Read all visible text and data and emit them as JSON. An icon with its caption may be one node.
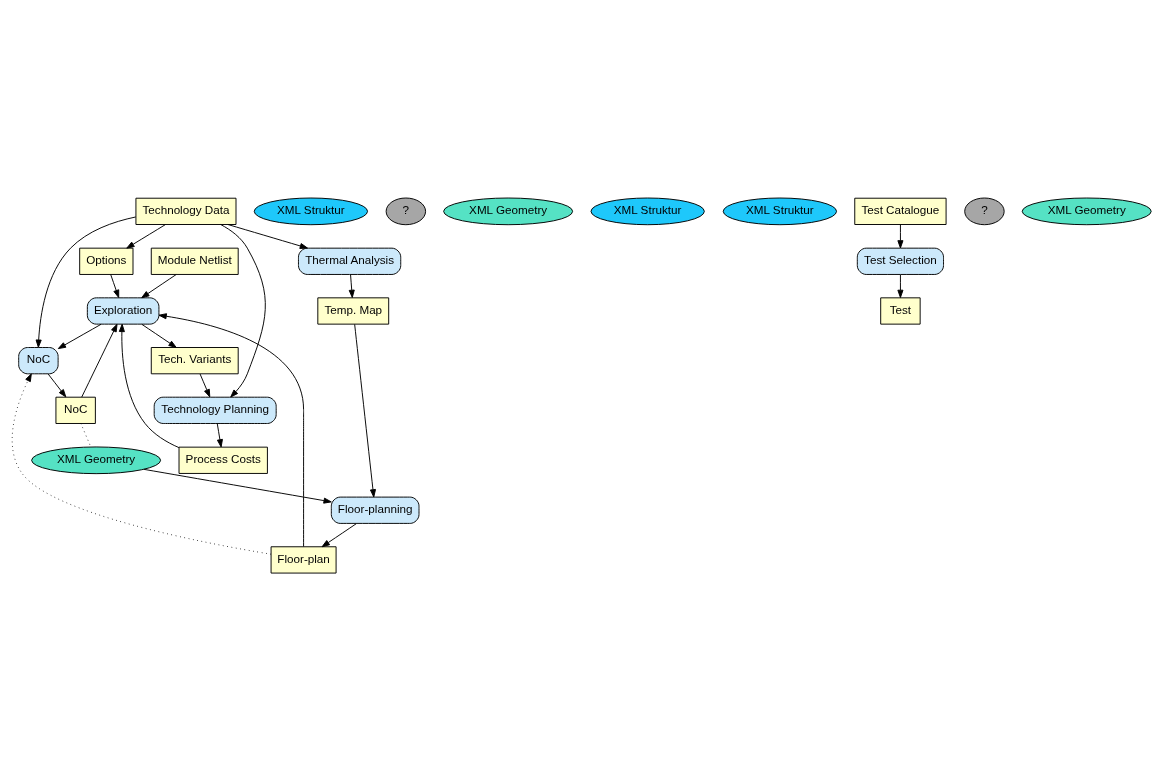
{
  "diagram": {
    "nodes": [
      {
        "text": [
          "Module Netlist"
        ]
      },
      {
        "text": [
          "XML Struktur"
        ]
      },
      {
        "text": [
          "Exploration"
        ]
      },
      {
        "text": [
          "XML Geometry"
        ]
      },
      {
        "text": [
          "?"
        ]
      },
      {
        "text": [
          "Tech. Variants"
        ]
      },
      {
        "text": [
          "Process Costs"
        ]
      },
      {
        "text": [
          "XML Geometry"
        ]
      },
      {
        "text": [
          "XML Struktur"
        ]
      },
      {
        "text": [
          "XML Struktur"
        ]
      },
      {
        "text": [
          "Test"
        ]
      },
      {
        "text": [
          "?"
        ]
      },
      {
        "text": [
          "Technology Planning"
        ]
      },
      {
        "text": [
          "Floor-planning"
        ]
      },
      {
        "text": [
          "NoC"
        ]
      },
      {
        "text": [
          "Test Selection"
        ]
      },
      {
        "text": [
          "Temp. Map"
        ]
      },
      {
        "text": [
          "Floor-plan"
        ]
      },
      {
        "text": [
          "NoC"
        ]
      },
      {
        "text": [
          "Options"
        ]
      },
      {
        "text": [
          "XML Geometry"
        ]
      },
      {
        "text": [
          "Thermal Analysis"
        ]
      },
      {
        "text": [
          "Technology Data"
        ]
      },
      {
        "text": [
          "Test Catalogue"
        ]
      }
    ],
    "edges": [
      {
        "from": 0,
        "to": 2,
        "arrow": "to"
      },
      {
        "from": 2,
        "to": 5,
        "arrow": "to"
      },
      {
        "from": 6,
        "to": 2,
        "arrow": "to"
      },
      {
        "from": 5,
        "to": 12,
        "arrow": "to"
      },
      {
        "from": 12,
        "to": 6,
        "arrow": "to"
      },
      {
        "from": 19,
        "to": 2,
        "arrow": "to"
      },
      {
        "from": 22,
        "to": 19,
        "arrow": "to"
      },
      {
        "from": 22,
        "to": 12,
        "arrow": "to"
      },
      {
        "from": 3,
        "to": 13,
        "arrow": "to"
      },
      {
        "from": 13,
        "to": 17,
        "arrow": "to"
      },
      {
        "from": 17,
        "to": 2,
        "arrow": "to"
      },
      {
        "from": 17,
        "to": 14,
        "arrow": "to",
        "style": "dashed"
      },
      {
        "from": 2,
        "to": 14,
        "arrow": "to"
      },
      {
        "from": 14,
        "to": 18,
        "arrow": "to"
      },
      {
        "from": 18,
        "to": 2,
        "arrow": "to"
      },
      {
        "from": 18,
        "to": 3,
        "arrow": "none",
        "style": "dashed"
      },
      {
        "from": 22,
        "to": 14,
        "arrow": "to"
      },
      {
        "from": 22,
        "to": 21,
        "arrow": "to"
      },
      {
        "from": 21,
        "to": 16,
        "arrow": "to"
      },
      {
        "from": 16,
        "to": 13,
        "arrow": "to"
      },
      {
        "from": 23,
        "to": 15,
        "arrow": "to"
      },
      {
        "from": 15,
        "to": 10,
        "arrow": "to"
      }
    ]
  }
}
